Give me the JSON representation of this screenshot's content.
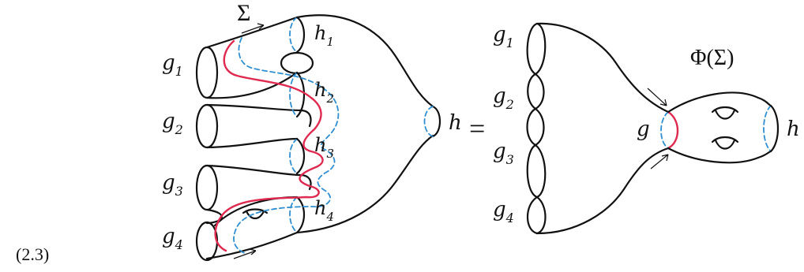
{
  "equation_number": "(2.3)",
  "left_surface": {
    "sigma_label": "Σ",
    "incoming_labels": [
      "g",
      "g",
      "g",
      "g"
    ],
    "incoming_subscripts": [
      "1",
      "2",
      "3",
      "4"
    ],
    "inner_labels": [
      "h",
      "h",
      "h",
      "h"
    ],
    "inner_subscripts": [
      "1",
      "2",
      "3",
      "4"
    ],
    "outgoing_label": "h"
  },
  "equals": "=",
  "right_surface": {
    "incoming_labels": [
      "g",
      "g",
      "g",
      "g"
    ],
    "incoming_subscripts": [
      "1",
      "2",
      "3",
      "4"
    ],
    "neck_label": "g",
    "phi_label": "Φ(Σ)",
    "outgoing_label": "h"
  },
  "colors": {
    "cut_curve": "#e0294f",
    "boundary_dashed": "#2f8fd0",
    "outline": "#111111"
  }
}
